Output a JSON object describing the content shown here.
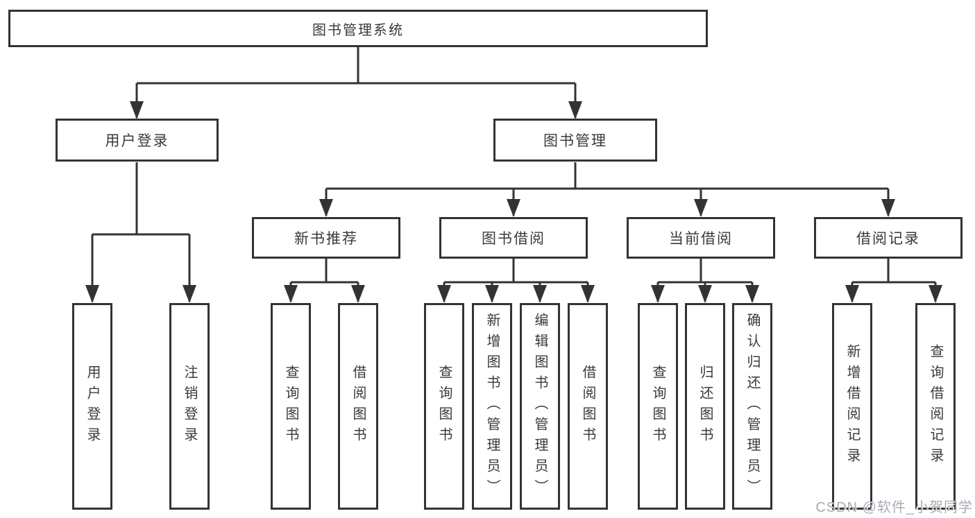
{
  "tree": {
    "root": {
      "label": "图书管理系统"
    },
    "branches": [
      {
        "label": "用户登录",
        "children": [
          {
            "label": "用户登录"
          },
          {
            "label": "注销登录"
          }
        ]
      },
      {
        "label": "图书管理",
        "sections": [
          {
            "label": "新书推荐",
            "children": [
              {
                "label": "查询图书"
              },
              {
                "label": "借阅图书"
              }
            ]
          },
          {
            "label": "图书借阅",
            "children": [
              {
                "label": "查询图书"
              },
              {
                "label": "新增图书（管理员）"
              },
              {
                "label": "编辑图书（管理员）"
              },
              {
                "label": "借阅图书"
              }
            ]
          },
          {
            "label": "当前借阅",
            "children": [
              {
                "label": "查询图书"
              },
              {
                "label": "归还图书"
              },
              {
                "label": "确认归还（管理员）"
              }
            ]
          },
          {
            "label": "借阅记录",
            "children": [
              {
                "label": "新增借阅记录"
              },
              {
                "label": "查询借阅记录"
              }
            ]
          }
        ]
      }
    ]
  },
  "watermark": {
    "text": "CSDN @软件_小贺同学"
  },
  "colors": {
    "line": "#333333",
    "box_border": "#333333",
    "text": "#3a3a3a",
    "background": "#ffffff",
    "watermark": "#a7acb4"
  }
}
